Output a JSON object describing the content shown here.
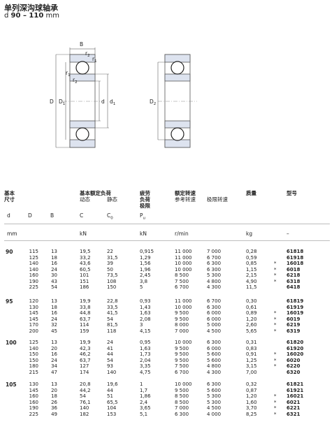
{
  "title": "单列深沟球轴承",
  "subtitle": {
    "symbol": "d",
    "range": "90 – 110",
    "unit": "mm"
  },
  "diagram": {
    "labels": {
      "B": "B",
      "r2a": "r",
      "r1a": "r",
      "r1b": "r",
      "r2b": "r",
      "D": "D",
      "D1": "D",
      "d": "d",
      "d1": "d",
      "D2": "D"
    },
    "subs": {
      "r2a": "2",
      "r1a": "1",
      "r1b": "1",
      "r2b": "2",
      "D1": "1",
      "d1": "1",
      "D2": "2"
    }
  },
  "header": {
    "main_size_l1": "基本",
    "main_size_l2": "尺寸",
    "load_title": "基本额定负荷",
    "load_dyn": "动态",
    "load_stat": "静态",
    "fatigue_l1": "疲劳",
    "fatigue_l2": "负荷",
    "fatigue_l3": "极限",
    "speed_title": "额定转速",
    "speed_ref": "参考转速",
    "speed_lim": "极限转速",
    "mass": "质量",
    "desig": "型号",
    "sym_d": "d",
    "sym_D": "D",
    "sym_B": "B",
    "sym_C": "C",
    "sym_C0": "C",
    "sym_C0_sub": "0",
    "sym_Pu": "P",
    "sym_Pu_sub": "u",
    "unit_mm": "mm",
    "unit_kN1": "kN",
    "unit_kN2": "kN",
    "unit_rmin": "r/min",
    "unit_kg": "kg",
    "unit_dash": "–"
  },
  "groups": [
    {
      "d": "90",
      "rows": [
        {
          "D": "115",
          "B": "13",
          "C": "19,5",
          "C0": "22",
          "Pu": "0,915",
          "ref": "11 000",
          "lim": "7 000",
          "mass": "0,28",
          "star": "",
          "desig": "61818"
        },
        {
          "D": "125",
          "B": "18",
          "C": "33,2",
          "C0": "31,5",
          "Pu": "1,29",
          "ref": "11 000",
          "lim": "6 700",
          "mass": "0,59",
          "star": "",
          "desig": "61918"
        },
        {
          "D": "140",
          "B": "16",
          "C": "43,6",
          "C0": "39",
          "Pu": "1,56",
          "ref": "10 000",
          "lim": "6 300",
          "mass": "0,85",
          "star": "*",
          "desig": "16018"
        },
        {
          "D": "140",
          "B": "24",
          "C": "60,5",
          "C0": "50",
          "Pu": "1,96",
          "ref": "10 000",
          "lim": "6 300",
          "mass": "1,15",
          "star": "*",
          "desig": "6018"
        },
        {
          "D": "160",
          "B": "30",
          "C": "101",
          "C0": "73,5",
          "Pu": "2,45",
          "ref": "8 500",
          "lim": "5 300",
          "mass": "2,15",
          "star": "*",
          "desig": "6218"
        },
        {
          "D": "190",
          "B": "43",
          "C": "151",
          "C0": "108",
          "Pu": "3,8",
          "ref": "7 500",
          "lim": "4 800",
          "mass": "4,90",
          "star": "*",
          "desig": "6318"
        },
        {
          "D": "225",
          "B": "54",
          "C": "186",
          "C0": "150",
          "Pu": "5",
          "ref": "6 700",
          "lim": "4 300",
          "mass": "11,5",
          "star": "",
          "desig": "6418"
        }
      ]
    },
    {
      "d": "95",
      "rows": [
        {
          "D": "120",
          "B": "13",
          "C": "19,9",
          "C0": "22,8",
          "Pu": "0,93",
          "ref": "11 000",
          "lim": "6 700",
          "mass": "0,30",
          "star": "",
          "desig": "61819"
        },
        {
          "D": "130",
          "B": "18",
          "C": "33,8",
          "C0": "33,5",
          "Pu": "1,43",
          "ref": "10 000",
          "lim": "6 300",
          "mass": "0,61",
          "star": "",
          "desig": "61919"
        },
        {
          "D": "145",
          "B": "16",
          "C": "44,8",
          "C0": "41,5",
          "Pu": "1,63",
          "ref": "9 500",
          "lim": "6 000",
          "mass": "0,89",
          "star": "*",
          "desig": "16019"
        },
        {
          "D": "145",
          "B": "24",
          "C": "63,7",
          "C0": "54",
          "Pu": "2,08",
          "ref": "9 500",
          "lim": "6 000",
          "mass": "1,20",
          "star": "*",
          "desig": "6019"
        },
        {
          "D": "170",
          "B": "32",
          "C": "114",
          "C0": "81,5",
          "Pu": "3",
          "ref": "8 000",
          "lim": "5 000",
          "mass": "2,60",
          "star": "*",
          "desig": "6219"
        },
        {
          "D": "200",
          "B": "45",
          "C": "159",
          "C0": "118",
          "Pu": "4,15",
          "ref": "7 000",
          "lim": "4 500",
          "mass": "5,65",
          "star": "*",
          "desig": "6319"
        }
      ]
    },
    {
      "d": "100",
      "rows": [
        {
          "D": "125",
          "B": "13",
          "C": "19,9",
          "C0": "24",
          "Pu": "0,95",
          "ref": "10 000",
          "lim": "6 300",
          "mass": "0,31",
          "star": "",
          "desig": "61820"
        },
        {
          "D": "140",
          "B": "20",
          "C": "42,3",
          "C0": "41",
          "Pu": "1,63",
          "ref": "9 500",
          "lim": "6 000",
          "mass": "0,83",
          "star": "",
          "desig": "61920"
        },
        {
          "D": "150",
          "B": "16",
          "C": "46,2",
          "C0": "44",
          "Pu": "1,73",
          "ref": "9 500",
          "lim": "5 600",
          "mass": "0,91",
          "star": "*",
          "desig": "16020"
        },
        {
          "D": "150",
          "B": "24",
          "C": "63,7",
          "C0": "54",
          "Pu": "2,04",
          "ref": "9 500",
          "lim": "5 600",
          "mass": "1,25",
          "star": "*",
          "desig": "6020"
        },
        {
          "D": "180",
          "B": "34",
          "C": "127",
          "C0": "93",
          "Pu": "3,35",
          "ref": "7 500",
          "lim": "4 800",
          "mass": "3,15",
          "star": "*",
          "desig": "6220"
        },
        {
          "D": "215",
          "B": "47",
          "C": "174",
          "C0": "140",
          "Pu": "4,75",
          "ref": "6 700",
          "lim": "4 300",
          "mass": "7,00",
          "star": "",
          "desig": "6320"
        }
      ]
    },
    {
      "d": "105",
      "rows": [
        {
          "D": "130",
          "B": "13",
          "C": "20,8",
          "C0": "19,6",
          "Pu": "1",
          "ref": "10 000",
          "lim": "6 300",
          "mass": "0,32",
          "star": "",
          "desig": "61821"
        },
        {
          "D": "145",
          "B": "20",
          "C": "44,2",
          "C0": "44",
          "Pu": "1,7",
          "ref": "9 500",
          "lim": "5 600",
          "mass": "0,87",
          "star": "",
          "desig": "61921"
        },
        {
          "D": "160",
          "B": "18",
          "C": "54",
          "C0": "51",
          "Pu": "1,86",
          "ref": "8 500",
          "lim": "5 300",
          "mass": "1,20",
          "star": "*",
          "desig": "16021"
        },
        {
          "D": "160",
          "B": "26",
          "C": "76,1",
          "C0": "65,5",
          "Pu": "2,4",
          "ref": "8 500",
          "lim": "5 300",
          "mass": "1,60",
          "star": "*",
          "desig": "6021"
        },
        {
          "D": "190",
          "B": "36",
          "C": "140",
          "C0": "104",
          "Pu": "3,65",
          "ref": "7 000",
          "lim": "4 500",
          "mass": "3,70",
          "star": "*",
          "desig": "6221"
        },
        {
          "D": "225",
          "B": "49",
          "C": "182",
          "C0": "153",
          "Pu": "5,1",
          "ref": "6 300",
          "lim": "4 000",
          "mass": "8,25",
          "star": "*",
          "desig": "6321"
        }
      ]
    }
  ]
}
